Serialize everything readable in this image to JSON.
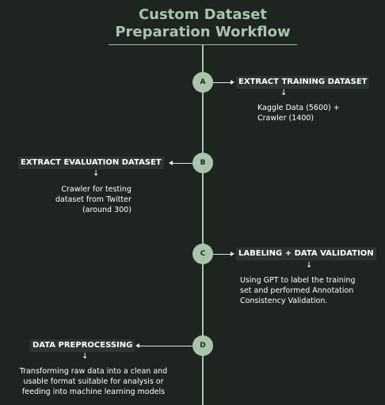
{
  "title": {
    "line1": "Custom Dataset",
    "line2": "Preparation Workflow"
  },
  "steps": [
    {
      "marker": "A",
      "label": "EXTRACT TRAINING DATASET",
      "description": "Kaggle Data (5600) +\nCrawler (1400)"
    },
    {
      "marker": "B",
      "label": "EXTRACT EVALUATION DATASET",
      "description": "Crawler for testing\ndataset from Twitter\n(around 300)"
    },
    {
      "marker": "C",
      "label": "LABELING + DATA VALIDATION",
      "description": "Using GPT to label the training\nset and performed Annotation\nConsistency Validation."
    },
    {
      "marker": "D",
      "label": "DATA PREPROCESSING",
      "description": "Transforming raw data into a clean and\nusable format suitable for analysis or\nfeeding into machine learning models"
    }
  ],
  "icons": {
    "down_arrow": "↓"
  },
  "colors": {
    "background": "#1e2521",
    "accent": "#a9c4ab",
    "label_bg": "#2d3530",
    "text": "#ffffff"
  }
}
